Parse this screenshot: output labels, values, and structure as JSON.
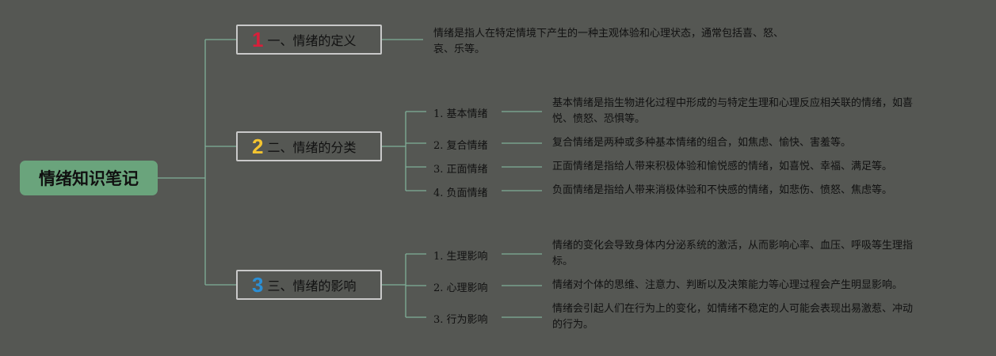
{
  "root": {
    "label": "情绪知识笔记",
    "color": "#6aa47c"
  },
  "colors": {
    "background": "#555753",
    "connector": "#7fae97",
    "box_border": "#c9c9c9"
  },
  "topics": [
    {
      "number": "1",
      "number_color": "#d81f3a",
      "label": "一、情绪的定义",
      "desc_lines": [
        "情绪是指人在特定情境下产生的一种主观体验和心理状态，通常包括喜、怒、",
        "哀、乐等。"
      ]
    },
    {
      "number": "2",
      "number_color": "#f4c430",
      "label": "二、情绪的分类",
      "subs": [
        {
          "label": "1. 基本情绪",
          "desc_lines": [
            "基本情绪是指生物进化过程中形成的与特定生理和心理反应相关联的情绪，如喜",
            "悦、愤怒、恐惧等。"
          ]
        },
        {
          "label": "2. 复合情绪",
          "desc_lines": [
            "复合情绪是两种或多种基本情绪的组合，如焦虑、愉快、害羞等。"
          ]
        },
        {
          "label": "3. 正面情绪",
          "desc_lines": [
            "正面情绪是指给人带来积极体验和愉悦感的情绪，如喜悦、幸福、满足等。"
          ]
        },
        {
          "label": "4. 负面情绪",
          "desc_lines": [
            "负面情绪是指给人带来消极体验和不快感的情绪，如悲伤、愤怒、焦虑等。"
          ]
        }
      ]
    },
    {
      "number": "3",
      "number_color": "#2b8fd6",
      "label": "三、情绪的影响",
      "subs": [
        {
          "label": "1. 生理影响",
          "desc_lines": [
            "情绪的变化会导致身体内分泌系统的激活，从而影响心率、血压、呼吸等生理指",
            "标。"
          ]
        },
        {
          "label": "2. 心理影响",
          "desc_lines": [
            "情绪对个体的思维、注意力、判断以及决策能力等心理过程会产生明显影响。"
          ]
        },
        {
          "label": "3. 行为影响",
          "desc_lines": [
            "情绪会引起人们在行为上的变化，如情绪不稳定的人可能会表现出易激惹、冲动",
            "的行为。"
          ]
        }
      ]
    }
  ]
}
